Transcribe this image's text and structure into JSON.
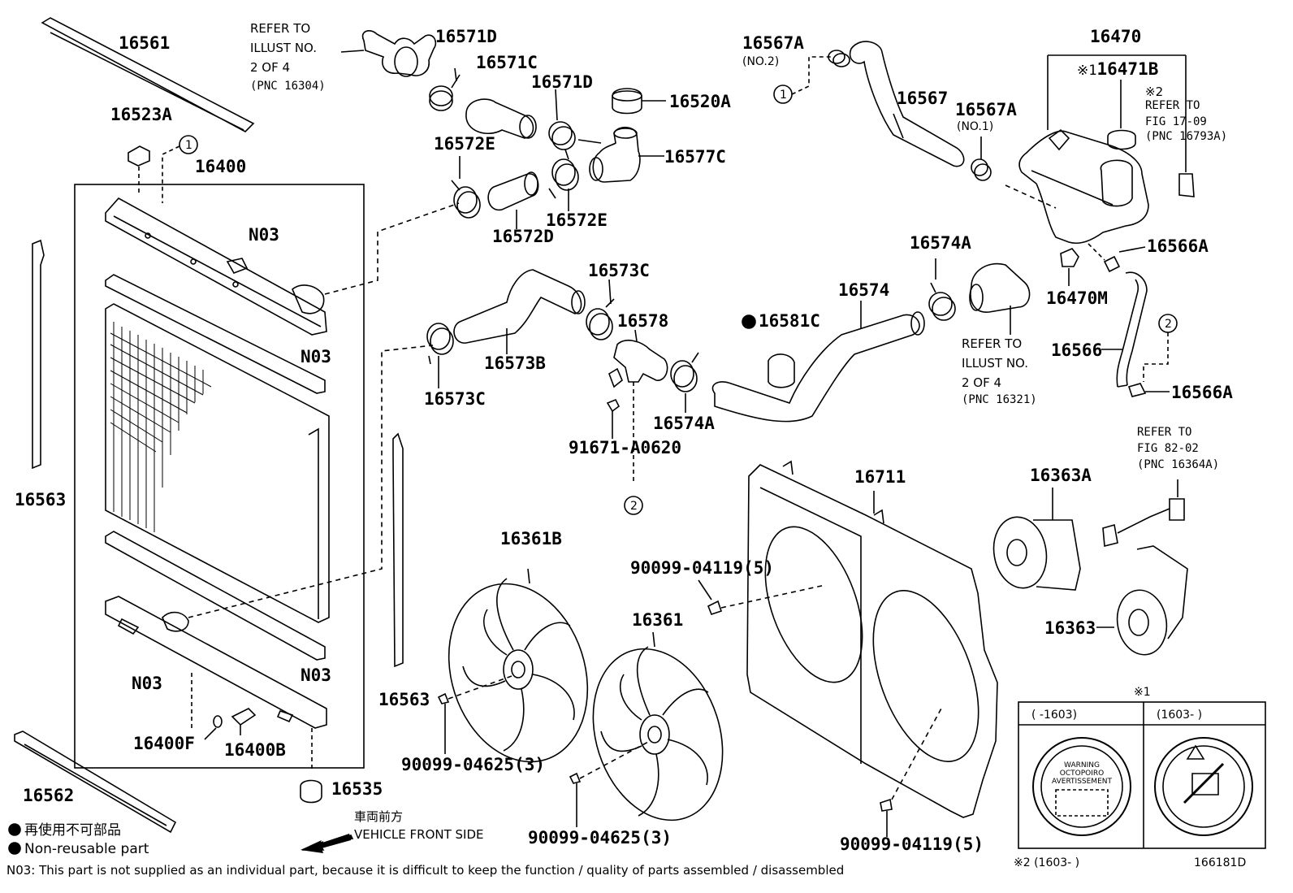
{
  "labels": {
    "p16561": "16561",
    "p16523A": "16523A",
    "p16400": "16400",
    "n03_a": "N03",
    "n03_b": "N03",
    "n03_c": "N03",
    "n03_d": "N03",
    "p16563_l": "16563",
    "p16563_r": "16563",
    "p16400F": "16400F",
    "p16400B": "16400B",
    "p16562": "16562",
    "p16535": "16535",
    "p16571D_a": "16571D",
    "p16571C": "16571C",
    "p16571D_b": "16571D",
    "p16520A": "16520A",
    "p16572E_a": "16572E",
    "p16572E_b": "16572E",
    "p16572D": "16572D",
    "p16577C": "16577C",
    "p16573C_a": "16573C",
    "p16573C_b": "16573C",
    "p16573B": "16573B",
    "p16578": "16578",
    "p16574A_a": "16574A",
    "p16574A_b": "16574A",
    "p91671": "91671-A0620",
    "p16581C": "16581C",
    "p16574": "16574",
    "p16567A_a": "16567A",
    "no2": "(NO.2)",
    "p16567": "16567",
    "p16567A_b": "16567A",
    "no1": "(NO.1)",
    "p16470": "16470",
    "p16471B": "16471B",
    "p16566A_a": "16566A",
    "p16470M": "16470M",
    "p16566": "16566",
    "p16566A_b": "16566A",
    "p16711": "16711",
    "p16363A": "16363A",
    "p16363": "16363",
    "p16361B": "16361B",
    "p16361": "16361",
    "p90099_04119_a": "90099-04119(5)",
    "p90099_04119_b": "90099-04119(5)",
    "p90099_04625_a": "90099-04625(3)",
    "p90099_04625_b": "90099-04625(3)"
  },
  "refs": {
    "r1": [
      "REFER TO",
      "ILLUST NO.",
      "2 OF 4",
      "(PNC 16304)"
    ],
    "r2": [
      "REFER TO",
      "FIG 17-09",
      "(PNC 16793A)"
    ],
    "r3": [
      "REFER TO",
      "ILLUST NO.",
      "2 OF 4",
      "(PNC 16321)"
    ],
    "r4": [
      "REFER TO",
      "FIG 82-02",
      "(PNC 16364A)"
    ]
  },
  "marks": {
    "circle1": "1",
    "circle2": "2",
    "kome1": "※1",
    "kome2": "※2"
  },
  "inset": {
    "title": "※1",
    "col1": "(     -1603)",
    "col2": "(1603-     )",
    "warning_lines": [
      "WARNING",
      "OCTOPOIRO",
      "AVERTISSEMENT"
    ],
    "footnote": "※2 (1603-     )",
    "code": "166181D"
  },
  "legend": {
    "jp_nonreusable": "再使用不可部品",
    "nonreusable": "Non-reusable part",
    "jp_front": "車両前方",
    "front": "VEHICLE FRONT SIDE",
    "n03_note": "N03: This part is not supplied as an individual part, because it is difficult to keep the function / quality of parts assembled / disassembled"
  }
}
